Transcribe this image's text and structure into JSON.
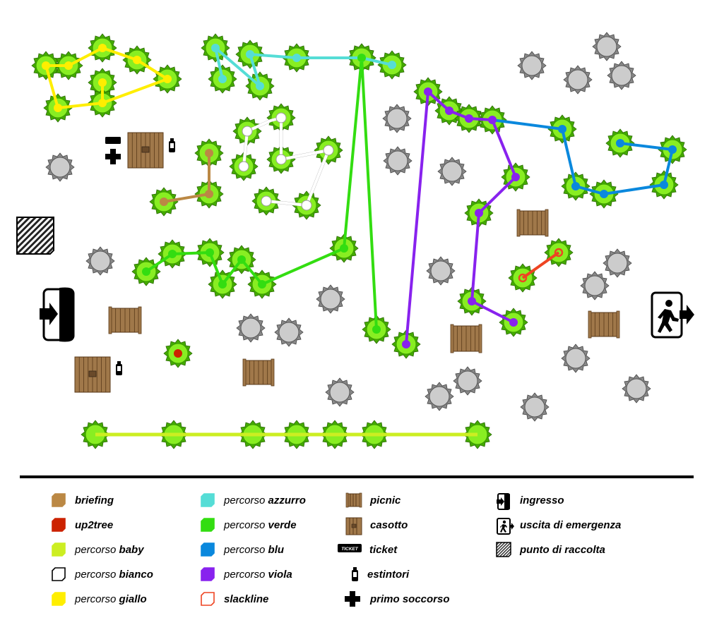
{
  "map": {
    "colors": {
      "giallo": "#ffee00",
      "azzurro": "#55ddd6",
      "verde": "#33dd11",
      "blu": "#0a88dd",
      "viola": "#8822ee",
      "briefing": "#bb8844",
      "bianco": "#ffffff",
      "baby": "#ccee22",
      "slackline": "#ee4422",
      "up2tree": "#cc2200",
      "tree_fill": "#88ee22",
      "tree_dark": "#44aa00",
      "grey_tree": "#cccccc",
      "wood": "#a0784a"
    },
    "icons": [
      "tree-icon",
      "grey-tree-icon",
      "picnic-table-icon",
      "hut-icon",
      "extinguisher-icon",
      "ticket-icon",
      "first-aid-icon",
      "entrance-icon",
      "emergency-exit-icon",
      "assembly-point-icon"
    ]
  },
  "legend": {
    "col1": [
      {
        "pre": "",
        "label": "briefing",
        "icon": "briefing-swatch"
      },
      {
        "pre": "",
        "label": "up2tree",
        "icon": "up2tree-swatch"
      },
      {
        "pre": "percorso ",
        "label": "baby",
        "icon": "baby-swatch"
      },
      {
        "pre": "percorso ",
        "label": "bianco",
        "icon": "bianco-swatch"
      },
      {
        "pre": "percorso ",
        "label": "giallo",
        "icon": "giallo-swatch"
      }
    ],
    "col2": [
      {
        "pre": "percorso ",
        "label": "azzurro",
        "icon": "azzurro-swatch"
      },
      {
        "pre": "percorso ",
        "label": "verde",
        "icon": "verde-swatch"
      },
      {
        "pre": "percorso ",
        "label": "blu",
        "icon": "blu-swatch"
      },
      {
        "pre": "percorso ",
        "label": "viola",
        "icon": "viola-swatch"
      },
      {
        "pre": "",
        "label": "slackline",
        "icon": "slackline-swatch"
      }
    ],
    "col3": [
      {
        "label": "picnic",
        "icon": "picnic-icon"
      },
      {
        "label": "casotto",
        "icon": "hut-icon"
      },
      {
        "label": "ticket",
        "icon": "ticket-icon"
      },
      {
        "label": "estintori",
        "icon": "extinguisher-icon"
      },
      {
        "label": "primo soccorso",
        "icon": "first-aid-icon"
      }
    ],
    "col4": [
      {
        "label": "ingresso",
        "icon": "entrance-icon"
      },
      {
        "label": "uscita di emergenza",
        "icon": "emergency-exit-icon"
      },
      {
        "label": "punto di raccolta",
        "icon": "assembly-point-icon"
      }
    ],
    "ticket_text": "TICKET"
  }
}
